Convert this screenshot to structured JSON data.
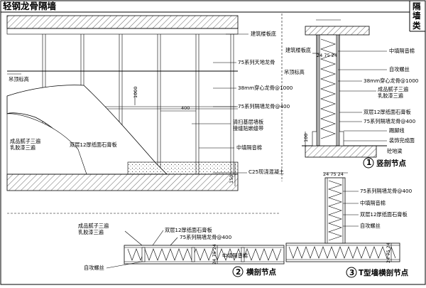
{
  "header": {
    "title": "轻钢龙骨隔墙",
    "category": [
      "隔",
      "墙",
      "类"
    ]
  },
  "elevation": {
    "labels": {
      "top_slab": "建筑楼板底",
      "ceiling_height": "吊顶标高",
      "track": "75系列天地龙骨",
      "cross_channel": "38mm穿心龙骨@1000",
      "stud": "75系列隔墙龙骨@400",
      "skirting": "清扫基层墙板\n接缝贴嵌缝带",
      "putty": "成品腻子三遍\n乳胶漆三遍",
      "gypsum": "双层12厚纸面石膏板",
      "insulation": "中填隔音棉",
      "curb": "C25现浇混凝土"
    },
    "dimensions": {
      "vertical": "1000",
      "horizontal": "400",
      "curb_height": "150"
    }
  },
  "vertical_section": {
    "labels": {
      "top_slab": "建筑楼板底",
      "ceiling_height": "吊顶标高",
      "insulation": "中填隔音棉",
      "screw": "自攻螺丝",
      "cross_channel": "38mm穿心龙骨@1000",
      "putty": "成品腻子三遍\n乳胶漆三遍",
      "gypsum": "双层12厚纸面石膏板",
      "stud": "75系列隔墙龙骨@400",
      "skirting_line": "踢脚线",
      "finish": "装饰完成面",
      "floor": "砼地梁"
    },
    "dimensions": {
      "top": "24 75 24",
      "bottom": "100"
    },
    "caption": {
      "number": "1",
      "text": "竖剖节点"
    }
  },
  "horizontal_section": {
    "labels": {
      "putty": "成品腻子三遍\n乳胶漆三遍",
      "gypsum": "双层12厚纸面石膏板",
      "stud": "75系列隔墙龙骨@400",
      "insulation": "中填隔音棉",
      "screw": "自攻螺丝"
    },
    "dimensions": {
      "side": "24 75 24"
    },
    "caption": {
      "number": "2",
      "text": "横剖节点"
    }
  },
  "t_section": {
    "labels": {
      "stud": "75系列隔墙龙骨@400",
      "insulation": "中填隔音棉",
      "gypsum": "双层12厚纸面石膏板",
      "screw": "自攻螺丝"
    },
    "dimensions": {
      "top": "24 75 24",
      "side": "24 75 24"
    },
    "caption": {
      "number": "3",
      "text": "T型墙横剖节点"
    }
  }
}
